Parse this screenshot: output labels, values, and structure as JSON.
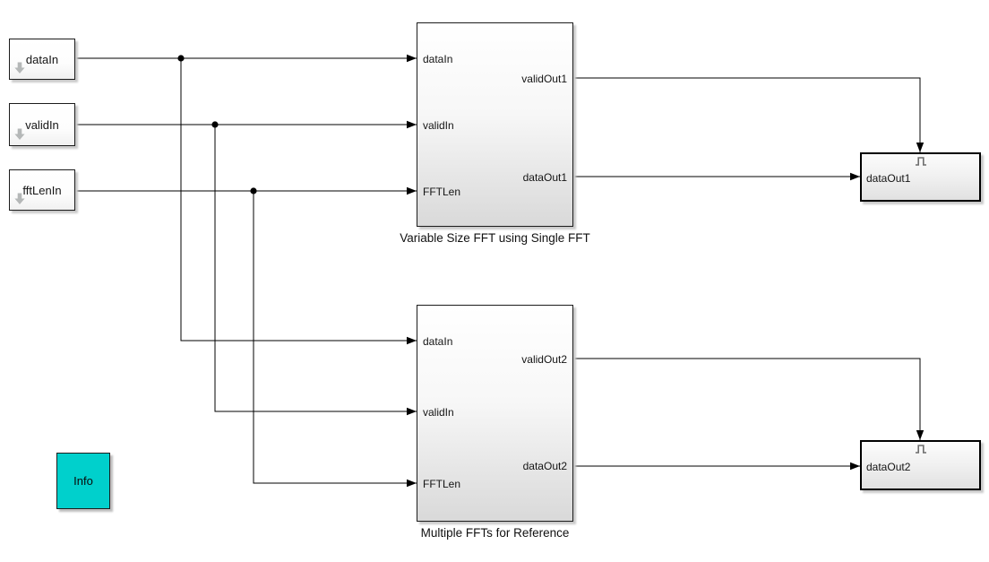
{
  "diagram": {
    "sources": [
      {
        "label": "dataIn"
      },
      {
        "label": "validIn"
      },
      {
        "label": "fftLenIn"
      }
    ],
    "subsystems": [
      {
        "title": "Variable Size FFT using Single FFT",
        "inputs": [
          "dataIn",
          "validIn",
          "FFTLen"
        ],
        "outputs": [
          "validOut1",
          "dataOut1"
        ]
      },
      {
        "title": "Multiple FFTs for Reference",
        "inputs": [
          "dataIn",
          "validIn",
          "FFTLen"
        ],
        "outputs": [
          "validOut2",
          "dataOut2"
        ]
      }
    ],
    "sinks": [
      {
        "label": "dataOut1"
      },
      {
        "label": "dataOut2"
      }
    ],
    "info": {
      "label": "Info"
    },
    "icons": {
      "source_signal": "down-arrow-icon",
      "sink_trigger": "trigger-pulse-icon"
    },
    "colors": {
      "wire": "#000000",
      "block_border": "#1c1c1c",
      "shadow": "#c9c9c9",
      "info_fill": "#00d0cc",
      "icon_gray": "#b5b8b8",
      "trigger_gray": "#6e6e6e"
    }
  }
}
